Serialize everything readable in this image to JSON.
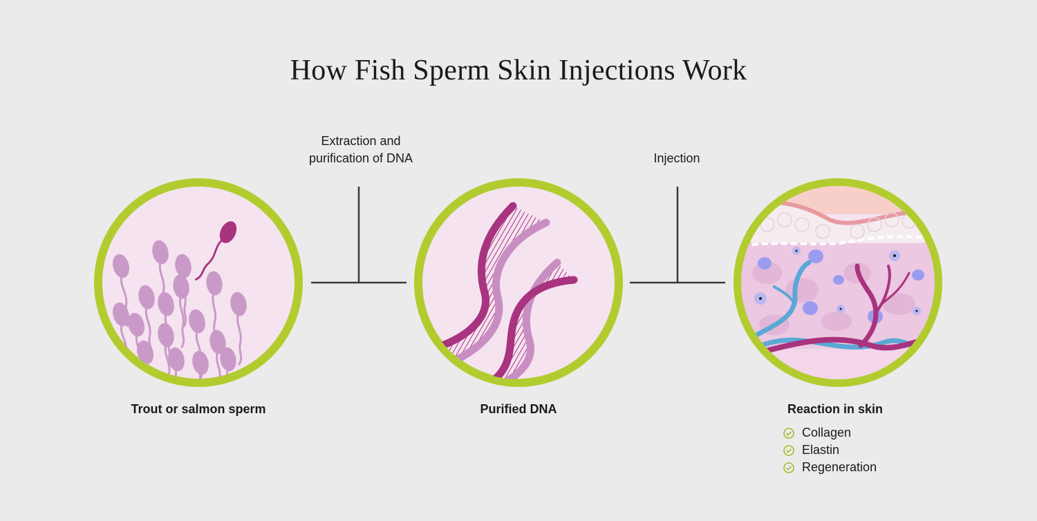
{
  "title": "How Fish Sperm Skin Injections Work",
  "steps": [
    {
      "caption": "Trout or salmon sperm"
    },
    {
      "caption": "Purified DNA"
    },
    {
      "caption": "Reaction in skin"
    }
  ],
  "transitions": [
    {
      "line1": "Extraction and",
      "line2": "purification of DNA"
    },
    {
      "line1": "Injection"
    }
  ],
  "benefits": [
    "Collagen",
    "Elastin",
    "Regeneration"
  ],
  "colors": {
    "background": "#ebebeb",
    "ring": "#b2cc2f",
    "circle_fill": "#f5e3f0",
    "sperm": "#c99ac7",
    "sperm_highlight": "#a8337f",
    "dna_dark": "#a8337f",
    "dna_light": "#c88ec2",
    "check": "#9dbf2a",
    "vessel_blue": "#5aa8d6",
    "cell_blue": "#9b9cf0"
  }
}
